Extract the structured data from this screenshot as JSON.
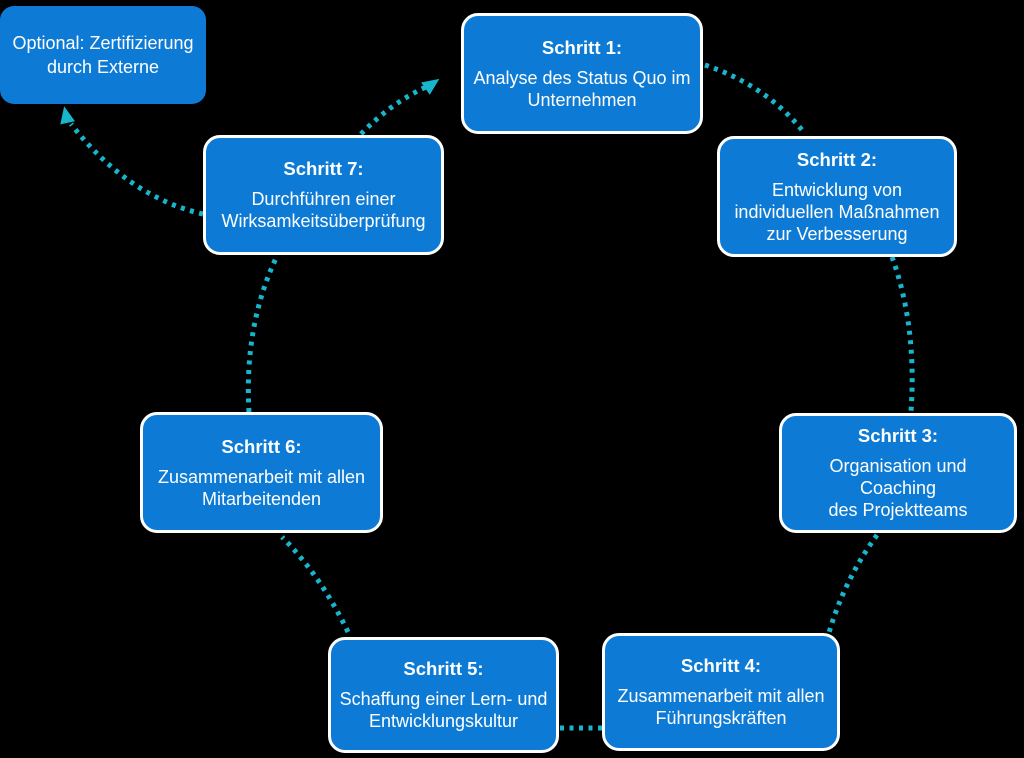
{
  "diagram": {
    "type": "circular-process",
    "language": "de",
    "colors": {
      "box_fill": "#0d7bd5",
      "box_border": "#ffffff",
      "arrow": "#17b6cd",
      "background": "#000000",
      "text": "#ffffff"
    },
    "optional_box": {
      "label": "Optional: Zertifizierung\ndurch Externe"
    },
    "steps": [
      {
        "title": "Schritt 1:",
        "description": "Analyse des Status Quo im\nUnternehmen"
      },
      {
        "title": "Schritt 2:",
        "description": "Entwicklung von\nindividuellen Maßnahmen\nzur Verbesserung"
      },
      {
        "title": "Schritt 3:",
        "description": "Organisation und Coaching\ndes Projektteams"
      },
      {
        "title": "Schritt 4:",
        "description": "Zusammenarbeit mit allen\nFührungskräften"
      },
      {
        "title": "Schritt 5:",
        "description": "Schaffung einer Lern- und\nEntwicklungskultur"
      },
      {
        "title": "Schritt 6:",
        "description": "Zusammenarbeit mit allen\nMitarbeitenden"
      },
      {
        "title": "Schritt 7:",
        "description": "Durchführen einer\nWirksamkeitsüberprüfung"
      }
    ],
    "connections": [
      "step1-to-step2",
      "step2-to-step3",
      "step3-to-step4",
      "step4-to-step5",
      "step5-to-step6",
      "step6-to-step7",
      "step7-to-step1",
      "step7-to-optional"
    ]
  }
}
